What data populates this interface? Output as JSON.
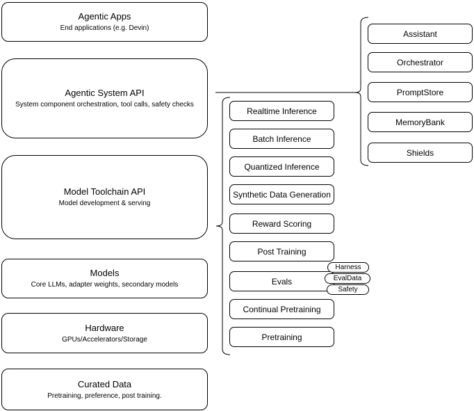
{
  "diagram": {
    "left_column": [
      {
        "title": "Agentic Apps",
        "subtitle": "End applications (e.g. Devin)"
      },
      {
        "title": "Agentic System API",
        "subtitle": "System component orchestration, tool calls, safety checks"
      },
      {
        "title": "Model Toolchain API",
        "subtitle": "Model development & serving"
      },
      {
        "title": "Models",
        "subtitle": "Core LLMs, adapter weights, secondary models"
      },
      {
        "title": "Hardware",
        "subtitle": "GPUs/Accelerators/Storage"
      },
      {
        "title": "Curated Data",
        "subtitle": "Pretraining, preference, post training."
      }
    ],
    "toolchain_items": [
      "Realtime Inference",
      "Batch Inference",
      "Quantized Inference",
      "Synthetic Data Generation",
      "Reward Scoring",
      "Post Training",
      "Evals",
      "Continual Pretraining",
      "Pretraining"
    ],
    "evals_tags": [
      "Harness",
      "EvalData",
      "Safety"
    ],
    "system_components": [
      "Assistant",
      "Orchestrator",
      "PromptStore",
      "MemoryBank",
      "Shields"
    ],
    "colors": {
      "stroke": "#000000",
      "fill": "#ffffff",
      "text": "#000000"
    }
  }
}
